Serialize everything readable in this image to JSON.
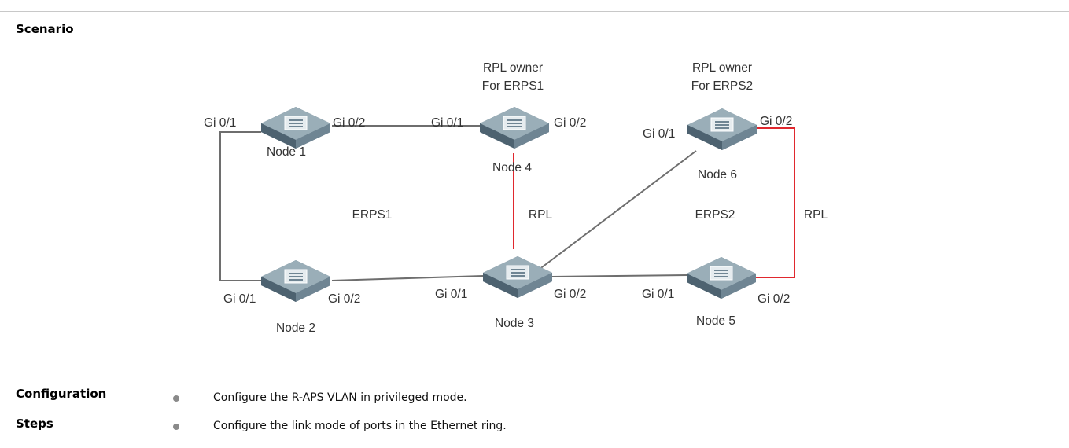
{
  "row_labels": {
    "scenario": "Scenario",
    "configuration_line1": "Configuration",
    "configuration_line2": "Steps"
  },
  "diagram": {
    "nodes": [
      {
        "id": "n1",
        "name": "Node 1"
      },
      {
        "id": "n2",
        "name": "Node 2"
      },
      {
        "id": "n3",
        "name": "Node 3"
      },
      {
        "id": "n4",
        "name": "Node 4"
      },
      {
        "id": "n5",
        "name": "Node 5"
      },
      {
        "id": "n6",
        "name": "Node 6"
      }
    ],
    "ports": {
      "n1_left": "Gi 0/1",
      "n1_right": "Gi 0/2",
      "n4_left": "Gi 0/1",
      "n4_right": "Gi 0/2",
      "n6_left": "Gi 0/1",
      "n6_right": "Gi 0/2",
      "n2_left": "Gi 0/1",
      "n2_right": "Gi 0/2",
      "n3_left": "Gi 0/1",
      "n3_right": "Gi 0/2",
      "n5_left": "Gi 0/1",
      "n5_right": "Gi 0/2"
    },
    "owner_erps1": {
      "line1": "RPL owner",
      "line2": "For ERPS1"
    },
    "owner_erps2": {
      "line1": "RPL owner",
      "line2": "For ERPS2"
    },
    "ring_labels": {
      "erps1": "ERPS1",
      "erps2": "ERPS2"
    },
    "rpl_labels": {
      "rpl1": "RPL",
      "rpl2": "RPL"
    },
    "colors": {
      "link": "#6e6e6e",
      "rpl": "#e0282e",
      "switch_top": "#8fa3ad",
      "switch_side": "#5d7380"
    }
  },
  "steps": [
    "Configure the R-APS VLAN in privileged mode.",
    "Configure the link mode of ports in the Ethernet ring."
  ]
}
